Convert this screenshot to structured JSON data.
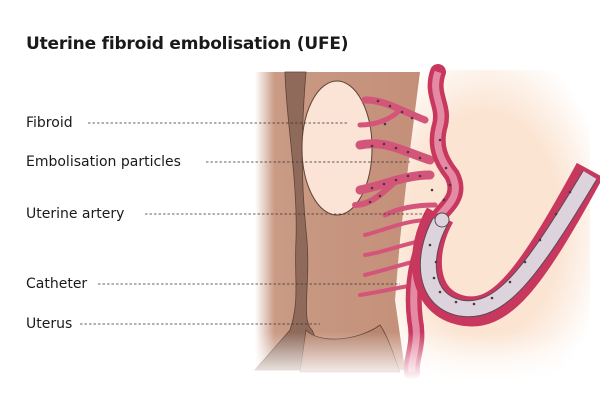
{
  "title": "Uterine fibroid embolisation (UFE)",
  "labels": {
    "fibroid": "Fibroid",
    "particles": "Embolisation particles",
    "artery": "Uterine artery",
    "catheter": "Catheter",
    "uterus": "Uterus"
  },
  "colors": {
    "uterus_wall": "#c99a84",
    "cavity": "#8f6a5a",
    "fibroid": "#fbe3d6",
    "artery": "#c8385e",
    "catheter": "#d9d2da",
    "background_tissue": "#fbe6d6"
  }
}
